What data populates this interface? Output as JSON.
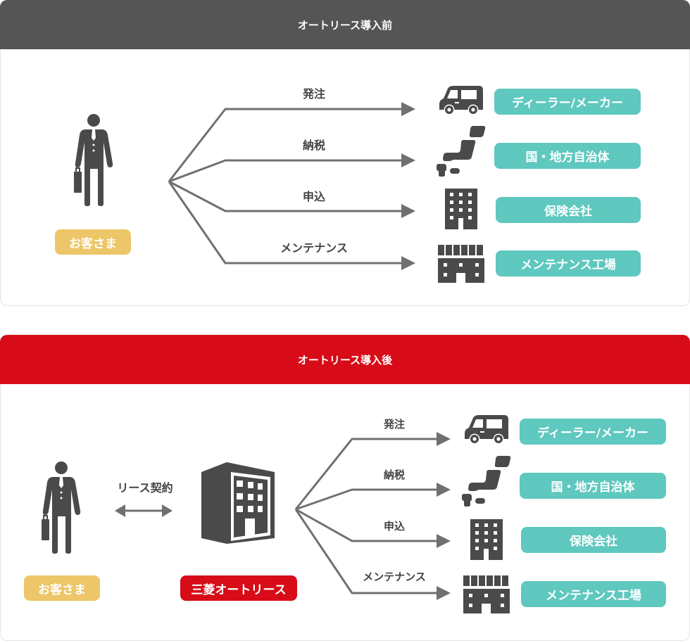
{
  "colors": {
    "header_before": "#555555",
    "header_after": "#d70c18",
    "teal": "#5fc8bf",
    "gold": "#ecc668",
    "icon": "#4a4a4a",
    "arrow": "#707070"
  },
  "before": {
    "title": "オートリース導入前",
    "customer_label": "お客さま",
    "flows": [
      {
        "label": "発注",
        "target": "ディーラー/メーカー",
        "icon": "van-icon"
      },
      {
        "label": "納税",
        "target": "国・地方自治体",
        "icon": "japan-map-icon"
      },
      {
        "label": "申込",
        "target": "保険会社",
        "icon": "office-building-icon"
      },
      {
        "label": "メンテナンス",
        "target": "メンテナンス工場",
        "icon": "factory-icon"
      }
    ]
  },
  "after": {
    "title": "オートリース導入後",
    "customer_label": "お客さま",
    "contract_label": "リース契約",
    "company_label": "三菱オートリース",
    "flows": [
      {
        "label": "発注",
        "target": "ディーラー/メーカー",
        "icon": "van-icon"
      },
      {
        "label": "納税",
        "target": "国・地方自治体",
        "icon": "japan-map-icon"
      },
      {
        "label": "申込",
        "target": "保険会社",
        "icon": "office-building-icon"
      },
      {
        "label": "メンテナンス",
        "target": "メンテナンス工場",
        "icon": "factory-icon"
      }
    ]
  }
}
